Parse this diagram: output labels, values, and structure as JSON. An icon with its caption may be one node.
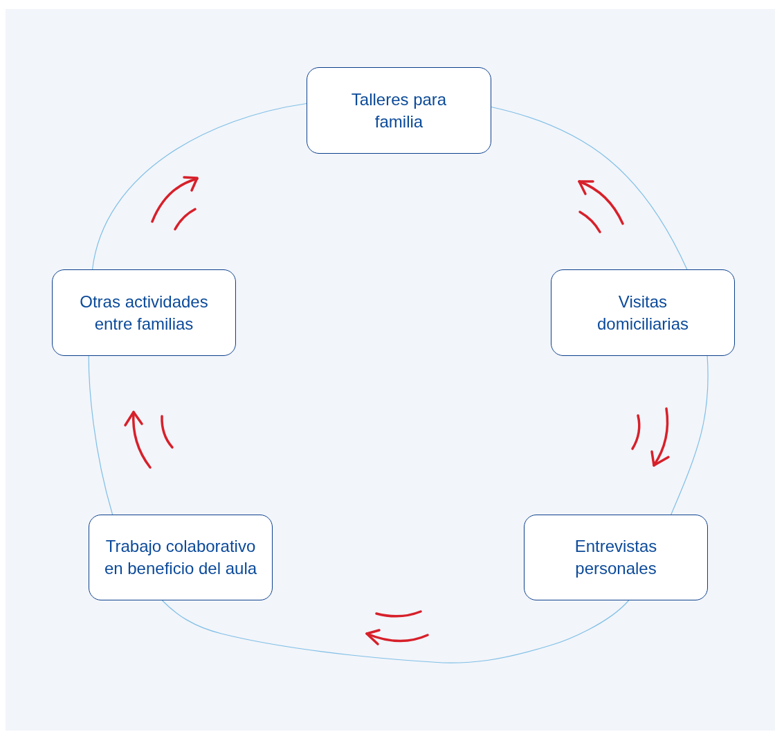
{
  "diagram": {
    "nodes": [
      {
        "text": [
          "Talleres para familia"
        ]
      },
      {
        "text": [
          "Visitas domiciliarias"
        ]
      },
      {
        "text": [
          "Entrevistas personales"
        ]
      },
      {
        "text": [
          "Trabajo colaborativo en beneficio del aula"
        ]
      },
      {
        "text": [
          "Otras actividades entre familias"
        ]
      }
    ],
    "edges": [
      {
        "from": 0,
        "to": 1,
        "arrow": "none"
      },
      {
        "from": 1,
        "to": 2,
        "arrow": "none"
      },
      {
        "from": 2,
        "to": 3,
        "arrow": "none"
      },
      {
        "from": 3,
        "to": 4,
        "arrow": "none"
      },
      {
        "from": 4,
        "to": 0,
        "arrow": "none"
      }
    ]
  }
}
